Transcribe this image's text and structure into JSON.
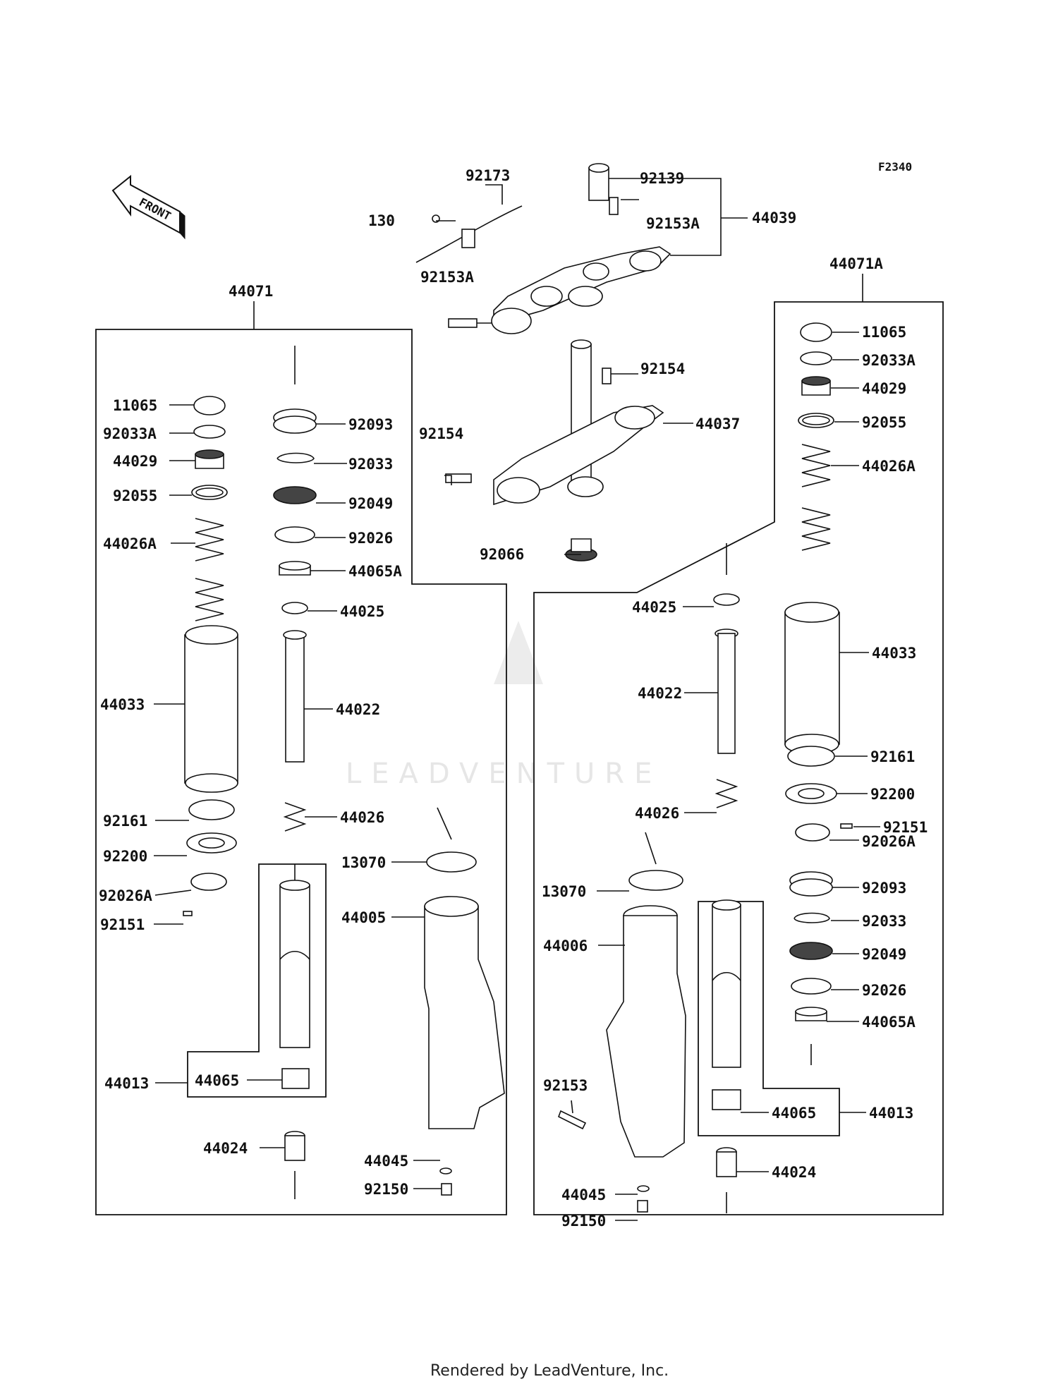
{
  "diagram_code": "F2340",
  "front_label": "FRONT",
  "footer": "Rendered by LeadVenture, Inc.",
  "watermark": "LEADVENTURE",
  "groups": {
    "left_fork": "44071",
    "right_fork": "44071A"
  },
  "labels": {
    "top": {
      "p92173": "92173",
      "p130": "130",
      "p92139": "92139",
      "p92153A_a": "92153A",
      "p44039": "44039",
      "p92153A_b": "92153A",
      "p92154_a": "92154",
      "p44037": "44037",
      "p92154_b": "92154",
      "p92066": "92066"
    },
    "left": {
      "p11065": "11065",
      "p92033A": "92033A",
      "p44029": "44029",
      "p92055": "92055",
      "p44026A": "44026A",
      "p44033": "44033",
      "p92161": "92161",
      "p92200": "92200",
      "p92026A": "92026A",
      "p92151": "92151",
      "p44013": "44013",
      "p44065": "44065",
      "p44024": "44024",
      "p92093": "92093",
      "p92033": "92033",
      "p92049": "92049",
      "p92026": "92026",
      "p44065A": "44065A",
      "p44025": "44025",
      "p44022": "44022",
      "p44026": "44026",
      "p13070": "13070",
      "p44005": "44005",
      "p44045": "44045",
      "p92150": "92150"
    },
    "right": {
      "p11065": "11065",
      "p92033A": "92033A",
      "p44029": "44029",
      "p92055": "92055",
      "p44026A": "44026A",
      "p44033": "44033",
      "p92161": "92161",
      "p92200": "92200",
      "p92151": "92151",
      "p92026A": "92026A",
      "p92093": "92093",
      "p92033": "92033",
      "p92049": "92049",
      "p92026": "92026",
      "p44065A": "44065A",
      "p44065": "44065",
      "p44013": "44013",
      "p44024": "44024",
      "p44025": "44025",
      "p44022": "44022",
      "p44026": "44026",
      "p13070": "13070",
      "p44006": "44006",
      "p92153": "92153",
      "p44045": "44045",
      "p92150": "92150"
    }
  }
}
